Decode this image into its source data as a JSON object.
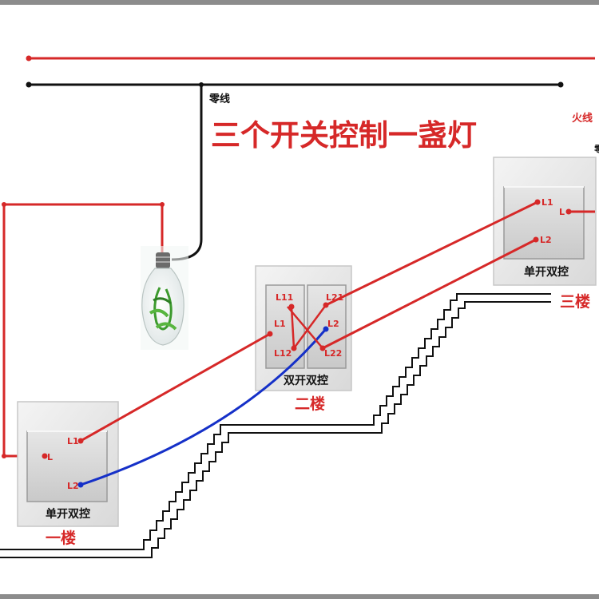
{
  "title": "三个开关控制一盏灯",
  "labels": {
    "neutral": "零线",
    "live": "火线",
    "live_partial": "零"
  },
  "switches": {
    "first": {
      "caption": "单开双控",
      "floor": "一楼",
      "terminals": [
        "L1",
        "L",
        "L2"
      ]
    },
    "second": {
      "caption": "双开双控",
      "floor": "二楼",
      "terminals": [
        "L11",
        "L21",
        "L1",
        "L2",
        "L12",
        "L22"
      ]
    },
    "third": {
      "caption": "单开双控",
      "floor": "三楼",
      "terminals": [
        "L1",
        "L",
        "L2"
      ]
    }
  },
  "colors": {
    "live_wire": "#d62828",
    "neutral_wire": "#111111",
    "traveler_blue": "#1530c8",
    "label_red": "#d62828"
  }
}
